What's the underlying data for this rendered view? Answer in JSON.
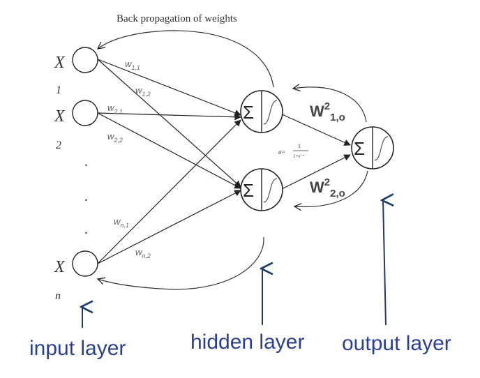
{
  "title": "Back propagation of weights",
  "inputs": [
    {
      "x": "X",
      "sub": "1"
    },
    {
      "x": "X",
      "sub": "2"
    },
    {
      "x": "X",
      "sub": "n"
    }
  ],
  "dots": [
    ".",
    ".",
    "."
  ],
  "weights": {
    "w11": {
      "w": "w",
      "sub": "1,1"
    },
    "w12": {
      "w": "w",
      "sub": "1,2"
    },
    "w21": {
      "w": "w",
      "sub": "2,1"
    },
    "w22": {
      "w": "w",
      "sub": "2,2"
    },
    "wn1": {
      "w": "w",
      "sub": "n,1"
    },
    "wn2": {
      "w": "w",
      "sub": "n,2"
    }
  },
  "output_weights": {
    "w1o": {
      "w": "W",
      "sup": "2",
      "sub": "1,o"
    },
    "w2o": {
      "w": "W",
      "sup": "2",
      "sub": "2,o"
    }
  },
  "sigmoid": {
    "lhs": "σ=",
    "num": "1",
    "den": "1+e⁻ˣ"
  },
  "sum_symbol": "Σ",
  "labels": {
    "input": "input layer",
    "hidden": "hidden layer",
    "output": "output layer"
  },
  "colors": {
    "diagram": "#222222",
    "label": "#2a3f8f",
    "label_arrow": "#1a3d6b",
    "weight_text": "#666666"
  }
}
